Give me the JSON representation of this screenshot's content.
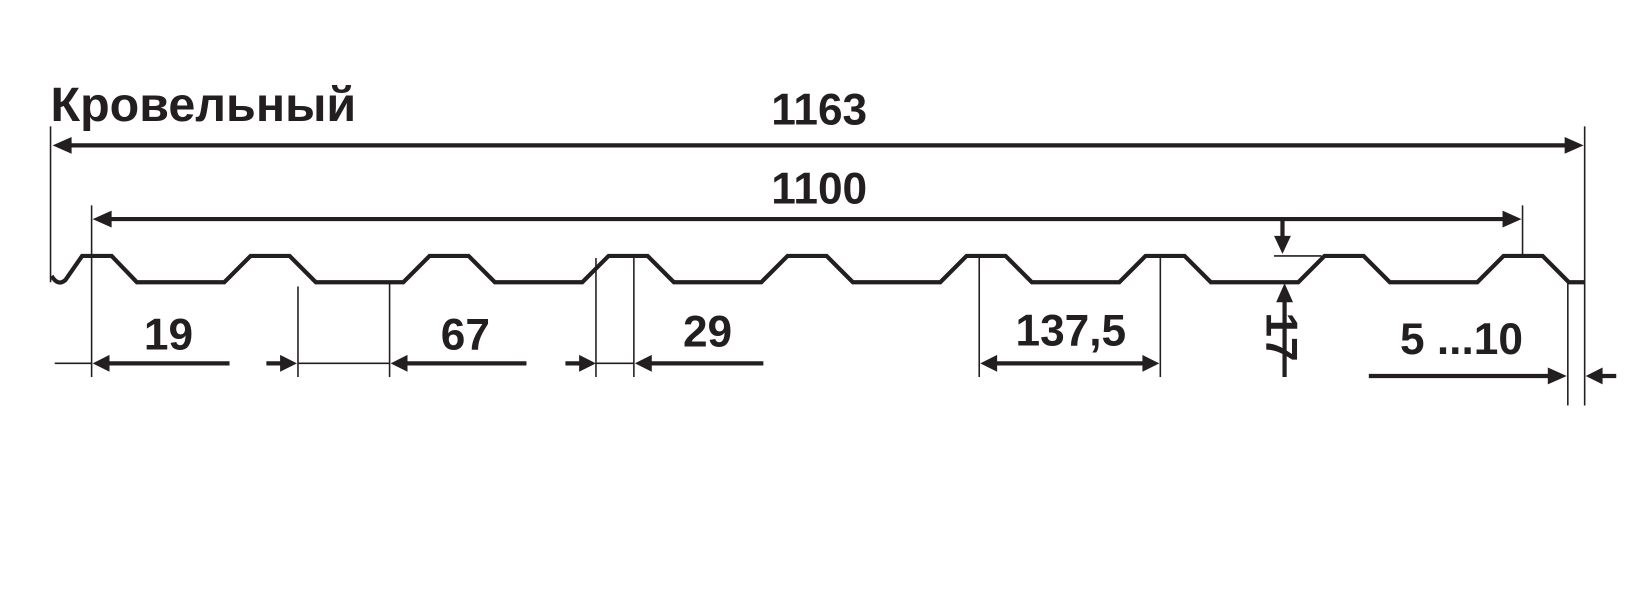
{
  "title": "Кровельный",
  "dimensions": {
    "total_width": "1163",
    "useful_width": "1100",
    "top_flat": "19",
    "bottom_flat": "67",
    "rib_offset": "29",
    "pitch": "137,5",
    "height": "17",
    "overlap": "5 ...10"
  },
  "colors": {
    "ink": "#231f20",
    "background": "#ffffff"
  }
}
